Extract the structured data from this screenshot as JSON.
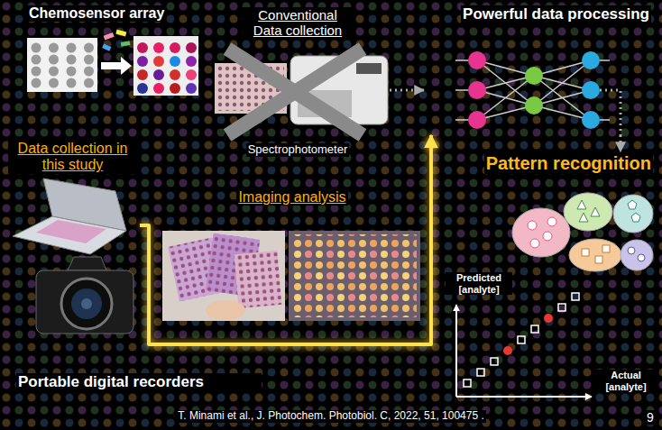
{
  "diagram": {
    "caption": "T. Minami et al., J. Photochem. Photobiol. C, 2022, 51, 100475 .",
    "nodes": [
      {
        "text": [
          "Chemosensor array"
        ]
      },
      {
        "text": [
          "Conventional Data collection",
          "Spectrophotometer"
        ]
      },
      {
        "text": [
          "Powerful data processing"
        ]
      },
      {
        "text": [
          "Pattern recognition"
        ]
      },
      {
        "text": [
          "Data collection in this study"
        ]
      },
      {
        "text": [
          "Imaging analysis"
        ]
      }
    ],
    "edges": [
      {
        "from": 1,
        "to": 2,
        "arrow": "to"
      },
      {
        "from": 2,
        "to": 3,
        "arrow": "to"
      },
      {
        "from": 4,
        "to": 2,
        "arrow": "to"
      }
    ],
    "labels": [
      "Portable digital recorders",
      "Predicted [analyte]",
      "Actual [analyte]",
      "9"
    ]
  }
}
